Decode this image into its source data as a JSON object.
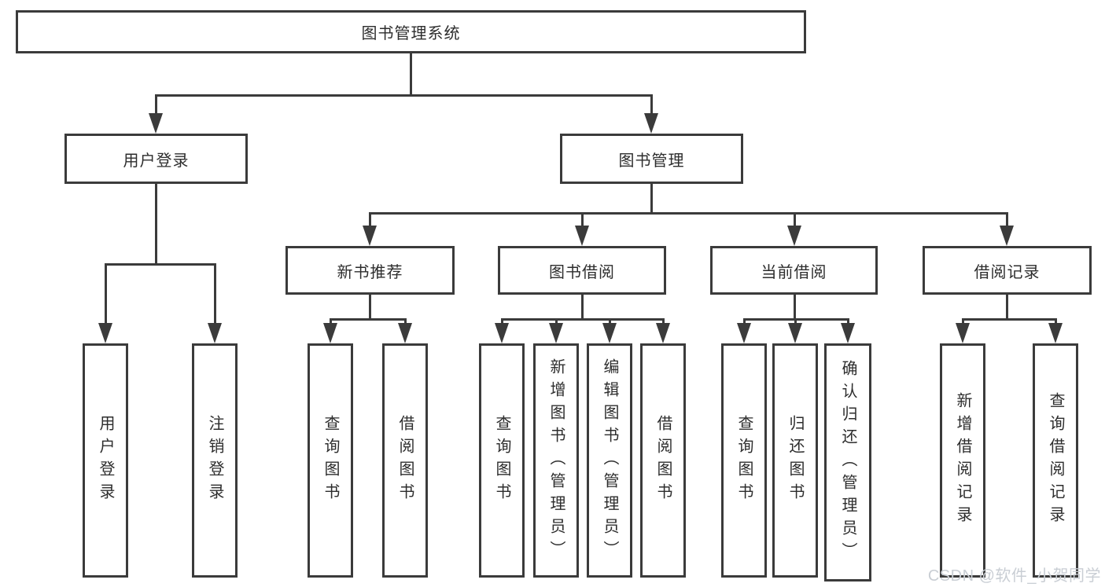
{
  "tree": {
    "root": {
      "label": "图书管理系统",
      "children": [
        {
          "label": "用户登录",
          "children": [
            {
              "label": "用户登录"
            },
            {
              "label": "注销登录"
            }
          ]
        },
        {
          "label": "图书管理",
          "children": [
            {
              "label": "新书推荐",
              "children": [
                {
                  "label": "查询图书"
                },
                {
                  "label": "借阅图书"
                }
              ]
            },
            {
              "label": "图书借阅",
              "children": [
                {
                  "label": "查询图书"
                },
                {
                  "label": "新增图书（管理员）"
                },
                {
                  "label": "编辑图书（管理员）"
                },
                {
                  "label": "借阅图书"
                }
              ]
            },
            {
              "label": "当前借阅",
              "children": [
                {
                  "label": "查询图书"
                },
                {
                  "label": "归还图书"
                },
                {
                  "label": "确认归还（管理员）"
                }
              ]
            },
            {
              "label": "借阅记录",
              "children": [
                {
                  "label": "新增借阅记录"
                },
                {
                  "label": "查询借阅记录"
                }
              ]
            }
          ]
        }
      ]
    }
  },
  "watermark": "CSDN @软件_小贺同学",
  "colors": {
    "line": "#3b3b3b",
    "text": "#2d2d2d",
    "background": "#ffffff",
    "watermark": "#c9ced4"
  }
}
